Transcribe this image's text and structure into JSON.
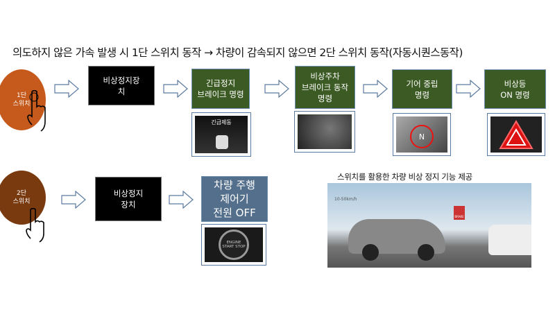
{
  "title": "의도하지 않은 가속 발생 시 1단 스위치 동작 → 차량이 감속되지 않으면 2단 스위치 동작(자동시퀀스동작)",
  "row1": {
    "switch_label": "1단\n스위치",
    "device": "비상정지장\n치",
    "steps": [
      {
        "label": "긴급정지\n브레이크 명령",
        "photo_text": "긴급제동"
      },
      {
        "label": "비상주차\n브레이크 동작\n명령"
      },
      {
        "label": "기어 중립\n명령",
        "photo_text": "N"
      },
      {
        "label": "비상등\nON 명령"
      }
    ]
  },
  "row2": {
    "switch_label": "2단\n스위치",
    "device": "비상정지\n장치",
    "step": {
      "label": "차량 주행\n제어기\n전원 OFF",
      "photo_text": "ENGINE START STOP"
    }
  },
  "illustration": {
    "caption": "스위치를 활용한 차량 비상 정지 기능 제공",
    "speed_text": "10-50km/h",
    "warning_text": "BRAKE"
  },
  "colors": {
    "switch1": "#c65a1c",
    "switch2": "#7a3a10",
    "step_green": "#3c5a23",
    "step_blue": "#546f8c"
  }
}
